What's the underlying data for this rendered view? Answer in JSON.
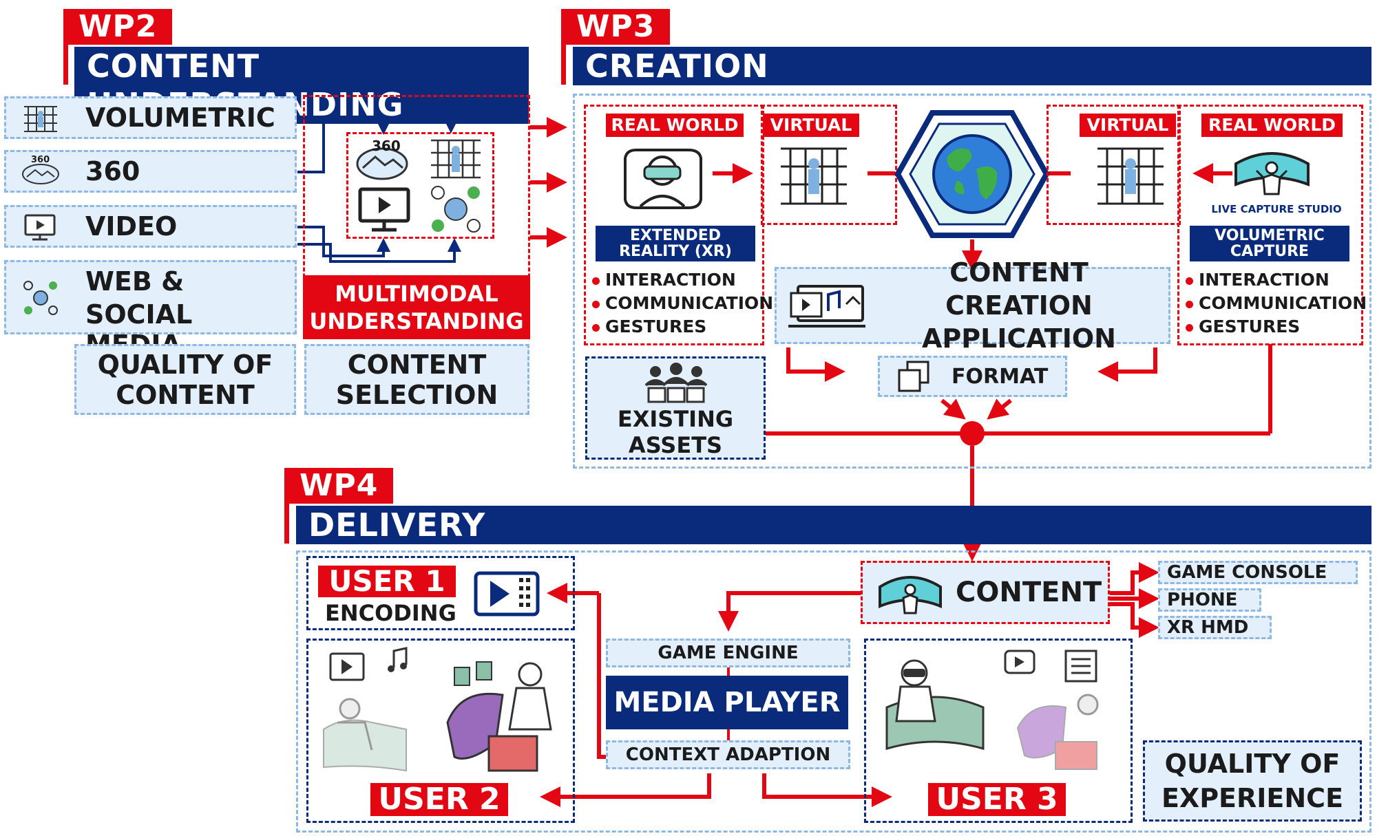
{
  "wp2": {
    "tag": "WP2",
    "title": "CONTENT UNDERSTANDING",
    "sources": [
      "VOLUMETRIC",
      "360",
      "VIDEO",
      "WEB &",
      "SOCIAL MEDIA"
    ],
    "icon_360_label": "360",
    "multimodal_line1": "MULTIMODAL",
    "multimodal_line2": "UNDERSTANDING",
    "quality_line1": "QUALITY OF",
    "quality_line2": "CONTENT",
    "selection_line1": "CONTENT",
    "selection_line2": "SELECTION"
  },
  "wp3": {
    "tag": "WP3",
    "title": "CREATION",
    "left_real_world": "REAL WORLD",
    "left_virtual": "VIRTUAL",
    "right_virtual": "VIRTUAL",
    "right_real_world": "REAL WORLD",
    "xr_line1": "EXTENDED",
    "xr_line2": "REALITY (XR)",
    "live_capture": "LIVE CAPTURE STUDIO",
    "vol_line1": "VOLUMETRIC",
    "vol_line2": "CAPTURE",
    "bullets_left": [
      "INTERACTION",
      "COMMUNICATION",
      "GESTURES"
    ],
    "bullets_right": [
      "INTERACTION",
      "COMMUNICATION",
      "GESTURES"
    ],
    "cca_line1": "CONTENT CREATION",
    "cca_line2": "APPLICATION",
    "format": "FORMAT",
    "assets_line1": "EXISTING",
    "assets_line2": "ASSETS"
  },
  "wp4": {
    "tag": "WP4",
    "title": "DELIVERY",
    "user1": "USER 1",
    "encoding": "ENCODING",
    "content": "CONTENT",
    "devices": [
      "GAME CONSOLE",
      "PHONE",
      "XR HMD"
    ],
    "game_engine": "GAME ENGINE",
    "media_player": "MEDIA PLAYER",
    "context_adaption": "CONTEXT ADAPTION",
    "user2": "USER 2",
    "user3": "USER 3",
    "qoe_line1": "QUALITY OF",
    "qoe_line2": "EXPERIENCE"
  },
  "colors": {
    "red": "#e30613",
    "navy": "#0a2a7c",
    "light_blue": "#e3effb",
    "dash_blue": "#8eb7e4"
  }
}
